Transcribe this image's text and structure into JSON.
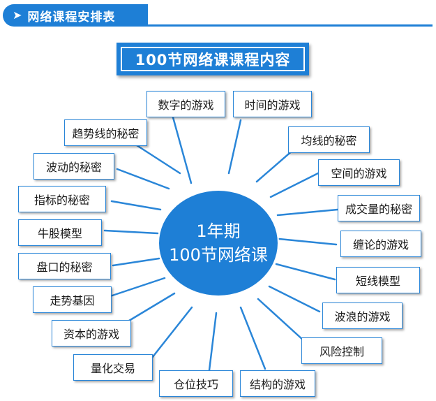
{
  "header": {
    "title": "网络课程安排表",
    "arrow_icon": "triangle-right-icon",
    "accent_color": "#1e7fd6"
  },
  "main_title": "100节网络课课程内容",
  "center": {
    "line1": "1年期",
    "line2": "100节网络课"
  },
  "topics": [
    "数字的游戏",
    "时间的游戏",
    "均线的秘密",
    "空间的游戏",
    "成交量的秘密",
    "缠论的游戏",
    "短线模型",
    "波浪的游戏",
    "风险控制",
    "结构的游戏",
    "仓位技巧",
    "量化交易",
    "资本的游戏",
    "走势基因",
    "盘口的秘密",
    "牛股模型",
    "指标的秘密",
    "波动的秘密",
    "趋势线的秘密"
  ]
}
